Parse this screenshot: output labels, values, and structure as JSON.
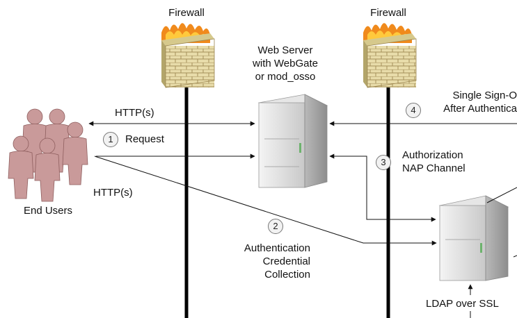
{
  "firewalls": [
    {
      "label": "Firewall"
    },
    {
      "label": "Firewall"
    }
  ],
  "web_server": {
    "lines": [
      "Web Server",
      "with WebGate",
      "or mod_osso"
    ]
  },
  "end_users": {
    "label": "End Users"
  },
  "flows": {
    "http_top": "HTTP(s)",
    "request": {
      "num": "1",
      "label": "Request"
    },
    "http_bottom": "HTTP(s)",
    "authentication": {
      "num": "2",
      "lines": [
        "Authentication",
        "Credential",
        "Collection"
      ]
    },
    "authorization": {
      "num": "3",
      "lines": [
        "Authorization",
        "NAP Channel"
      ]
    },
    "single_sign_on": {
      "num": "4",
      "lines": [
        "Single Sign-O",
        "After Authentica"
      ]
    },
    "ldap": "LDAP over SSL"
  },
  "colors": {
    "user_fill": "#c99a9a",
    "user_shade": "#9f6b6b",
    "server_body": "#d9d9d9",
    "brick": "#e6d9a6",
    "flame": "#f08a1c"
  }
}
